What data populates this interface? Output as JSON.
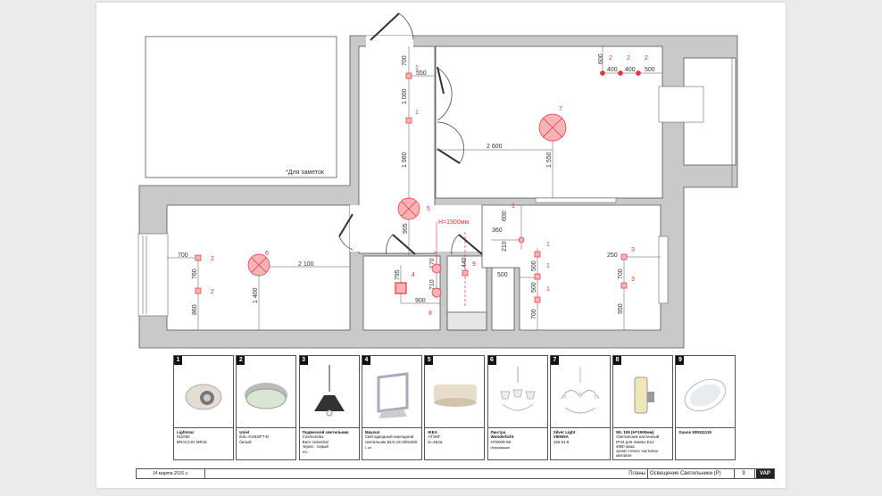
{
  "notes_label": "*Для заметок",
  "plan": {
    "dims": [
      "700",
      "550",
      "1 000",
      "1 960",
      "2 600",
      "1 550",
      "600",
      "400",
      "400",
      "500",
      "700",
      "760",
      "860",
      "2 100",
      "1 400",
      "905",
      "795",
      "170",
      "710",
      "900",
      "440",
      "600",
      "360",
      "210",
      "500",
      "500",
      "500",
      "700",
      "250",
      "700",
      "950"
    ],
    "markers": {
      "m1": "1",
      "m2": "2",
      "m3": "3",
      "m4": "4",
      "m5": "5",
      "m6": "6",
      "m7": "7",
      "m8": "8",
      "m9": "9",
      "h": "H=1900мм"
    }
  },
  "colors": {
    "fixture": "#e8323c",
    "fixture_fill": "#f7b3b6",
    "wall": "#c9c9c9"
  },
  "cards": [
    {
      "num": "1",
      "lines_bold": [
        "Lightstar"
      ],
      "lines": [
        "011060",
        "BRACCIO MR16"
      ],
      "small": ""
    },
    {
      "num": "2",
      "lines_bold": [
        "Uniel"
      ],
      "lines": [
        "ESL-GX53/FT-D",
        "белый"
      ],
      "small": ""
    },
    {
      "num": "3",
      "lines_bold": [
        "Подвесной светильник"
      ],
      "lines": [
        "Cosmorelax",
        "Barn Industrial",
        "черно - серый"
      ],
      "small": "400"
    },
    {
      "num": "4",
      "lines_bold": [
        "Maysun"
      ],
      "lines": [
        "Светодиодный накладной светильник BLS-18-300x300"
      ],
      "small": "1 шт"
    },
    {
      "num": "5",
      "lines_bold": [
        "IKEA"
      ],
      "lines": [
        "АТЭНГ",
        "D=45см"
      ],
      "small": ""
    },
    {
      "num": "6",
      "lines_bold": [
        "Люстра",
        "Wunderlicht"
      ],
      "lines": [
        "NT6009-08"
      ],
      "small": "Информация"
    },
    {
      "num": "7",
      "lines_bold": [
        "Silver Light",
        "VIENNA"
      ],
      "lines": [
        "155.51.6"
      ],
      "small": ""
    },
    {
      "num": "8",
      "lines_bold": [
        "WL 105 (H=1900мм)"
      ],
      "lines": [
        "Светильник настенный",
        "IP44 для лампы E14",
        "40Вт макс.",
        "хром/ стекло частично матовое"
      ],
      "small": ""
    },
    {
      "num": "9",
      "lines_bold": [
        "Gauss 939111115"
      ],
      "lines": [],
      "small": ""
    }
  ],
  "footer": {
    "date": "14 марта 2016 г.",
    "section": "Планы",
    "title": "Освещение Светильники (Р)",
    "page": "9",
    "logo": "VAP"
  }
}
